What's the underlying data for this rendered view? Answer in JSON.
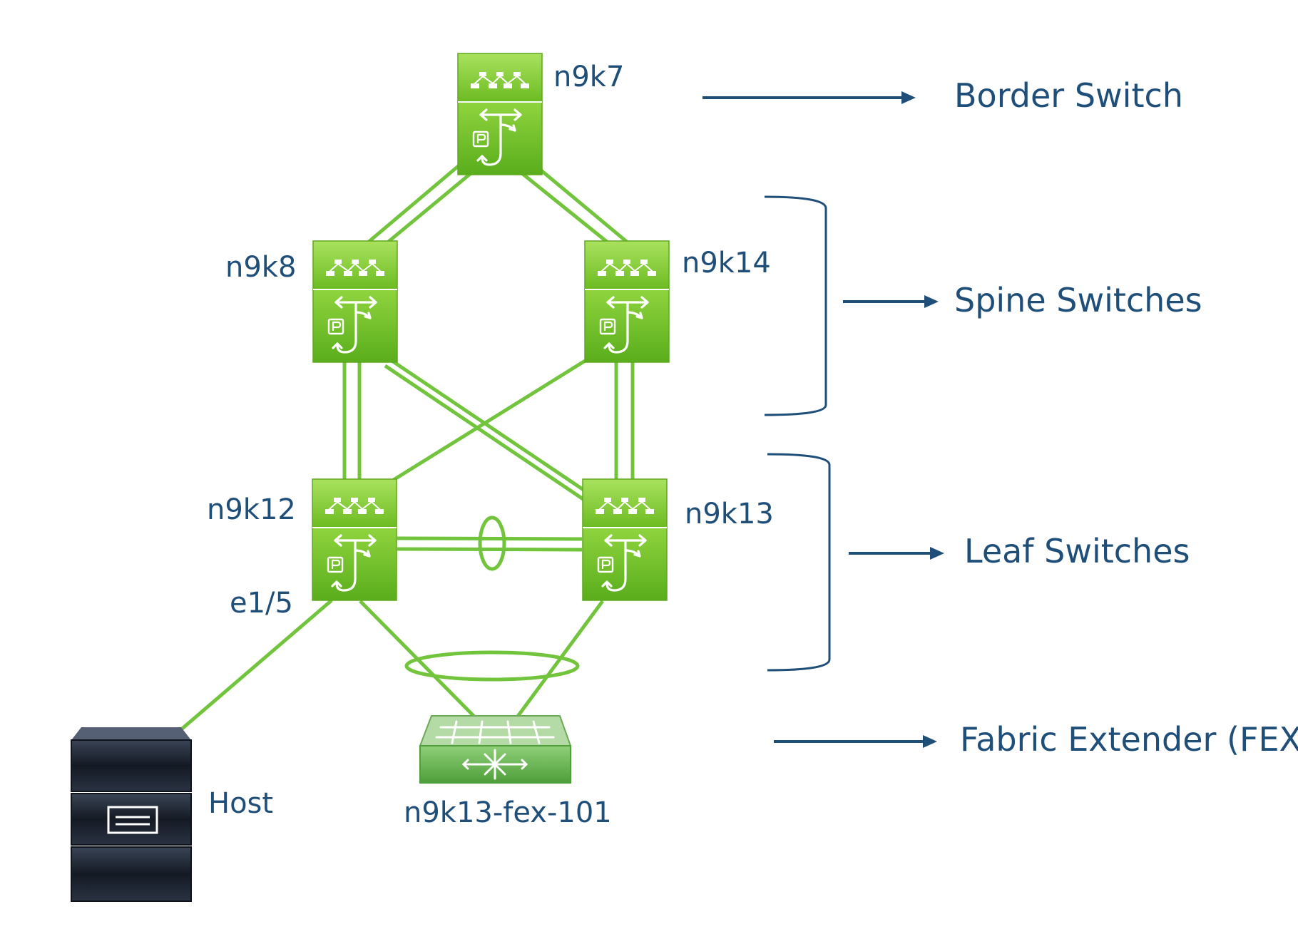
{
  "devices": {
    "border": {
      "name": "n9k7"
    },
    "spine_left": {
      "name": "n9k8"
    },
    "spine_right": {
      "name": "n9k14"
    },
    "leaf_left": {
      "name": "n9k12",
      "port": "e1/5"
    },
    "leaf_right": {
      "name": "n9k13"
    },
    "fex": {
      "name": "n9k13-fex-101"
    },
    "host": {
      "name": "Host"
    }
  },
  "roles": {
    "border": "Border Switch",
    "spine": "Spine Switches",
    "leaf": "Leaf Switches",
    "fex": "Fabric Extender (FEX)"
  },
  "icons": {
    "switch": "nexus-switch-icon",
    "fex": "fabric-extender-icon",
    "host": "server-host-icon"
  },
  "colors": {
    "switch_green": "#79c62a",
    "link_green": "#72c43c",
    "label_blue": "#1f4e79",
    "host_dark": "#1e2736"
  }
}
